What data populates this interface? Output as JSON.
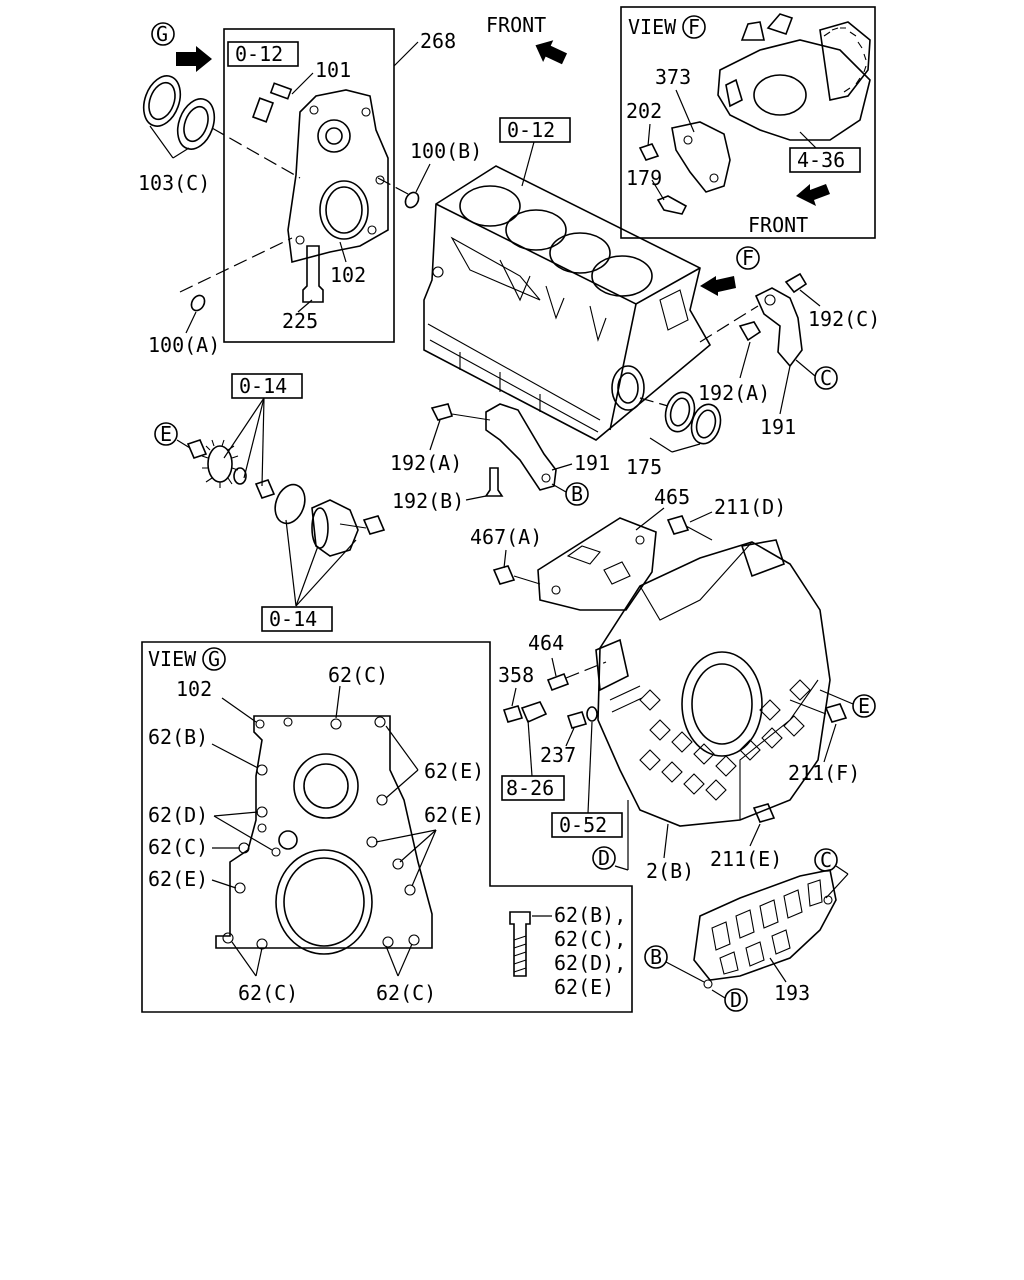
{
  "header": {
    "front_top": "FRONT",
    "view_f_title": "VIEW",
    "view_f_letter": "F",
    "view_f_front": "FRONT",
    "view_g_title": "VIEW",
    "view_g_letter": "G"
  },
  "refs": {
    "ref_012_a": "0-12",
    "ref_012_b": "0-12",
    "ref_014_a": "0-14",
    "ref_014_b": "0-14",
    "ref_436": "4-36",
    "ref_826": "8-26",
    "ref_052": "0-52"
  },
  "circles": {
    "g_top": "G",
    "f_main": "F",
    "c_right": "C",
    "b_mid": "B",
    "e_left": "E",
    "e_right": "E",
    "d_low": "D",
    "c_low": "C",
    "b_low": "B",
    "d_low2": "D"
  },
  "parts": {
    "p268": "268",
    "p101": "101",
    "p103c": "103(C)",
    "p100b": "100(B)",
    "p102": "102",
    "p225": "225",
    "p100a": "100(A)",
    "p373": "373",
    "p202": "202",
    "p179": "179",
    "p192c": "192(C)",
    "p192a_r": "192(A)",
    "p191_r": "191",
    "p175": "175",
    "p192a_l": "192(A)",
    "p191_l": "191",
    "p192b": "192(B)",
    "p465": "465",
    "p211d": "211(D)",
    "p467a": "467(A)",
    "p464": "464",
    "p358": "358",
    "p237": "237",
    "p211f": "211(F)",
    "p211e": "211(E)",
    "p2b": "2(B)",
    "p193": "193"
  },
  "view_g": {
    "p102": "102",
    "p62c_top": "62(C)",
    "p62b": "62(B)",
    "p62e_r1": "62(E)",
    "p62d": "62(D)",
    "p62e_r2": "62(E)",
    "p62c_l": "62(C)",
    "p62e_l": "62(E)",
    "p62c_bl": "62(C)",
    "p62c_br": "62(C)",
    "legend_b": "62(B),",
    "legend_c": "62(C),",
    "legend_d": "62(D),",
    "legend_e": "62(E)"
  }
}
